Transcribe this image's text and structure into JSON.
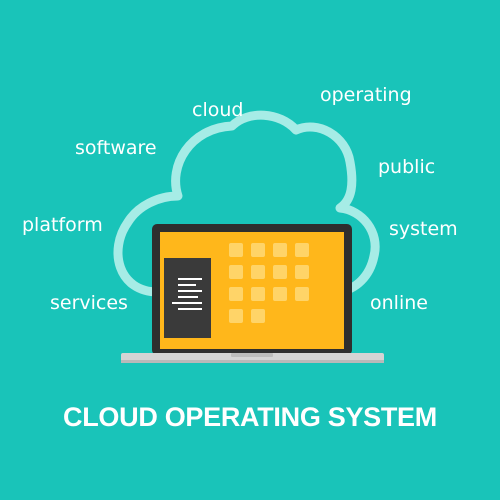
{
  "colors": {
    "background": "#19c4b9",
    "cloud_outline": "#a6ece6",
    "screen": "#ffb71b",
    "screen_tile": "#ffd468",
    "bezel": "#2e2e2e",
    "laptop_base": "#d4d4d4",
    "text": "#ffffff"
  },
  "icons": {
    "cloud": "cloud-outline-icon",
    "laptop": "laptop-icon",
    "document": "document-lines-icon",
    "apps": "app-grid-icon"
  },
  "words": {
    "cloud": "cloud",
    "operating": "operating",
    "software": "software",
    "public": "public",
    "platform": "platform",
    "system": "system",
    "services": "services",
    "online": "online"
  },
  "headline": "CLOUD OPERATING SYSTEM"
}
